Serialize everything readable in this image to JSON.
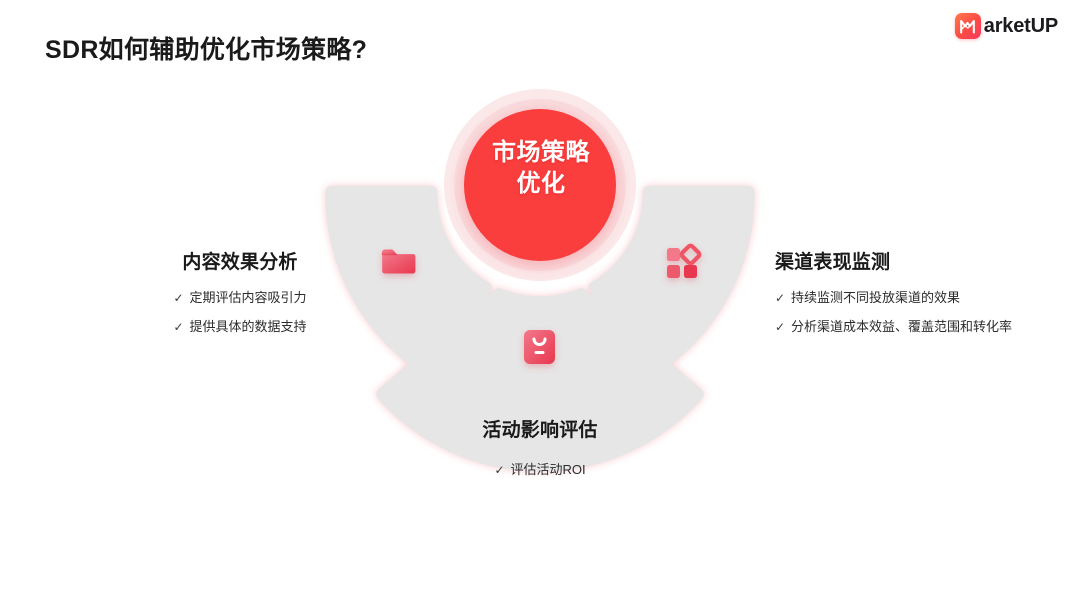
{
  "header": {
    "title": "SDR如何辅助优化市场策略?",
    "logo_text": "arketUP",
    "logo_mark": "marketup-m-icon"
  },
  "diagram": {
    "center": {
      "line1": "市场策略",
      "line2": "优化",
      "color": "#FA3C3C"
    },
    "petal_color": "#E6E6E6",
    "icon_color": "#EF5565",
    "petals": [
      {
        "icon": "folder-icon",
        "position": "left"
      },
      {
        "icon": "grid-dashboard-icon",
        "position": "right"
      },
      {
        "icon": "report-card-icon",
        "position": "bottom"
      }
    ]
  },
  "blocks": {
    "left": {
      "heading": "内容效果分析",
      "bullets": [
        "定期评估内容吸引力",
        "提供具体的数据支持"
      ],
      "tick": "✓"
    },
    "right": {
      "heading": "渠道表现监测",
      "bullets": [
        "持续监测不同投放渠道的效果",
        "分析渠道成本效益、覆盖范围和转化率"
      ],
      "tick": "✓"
    },
    "bottom": {
      "heading": "活动影响评估",
      "bullets": [
        "评估活动ROI"
      ],
      "tick": "✓"
    }
  }
}
